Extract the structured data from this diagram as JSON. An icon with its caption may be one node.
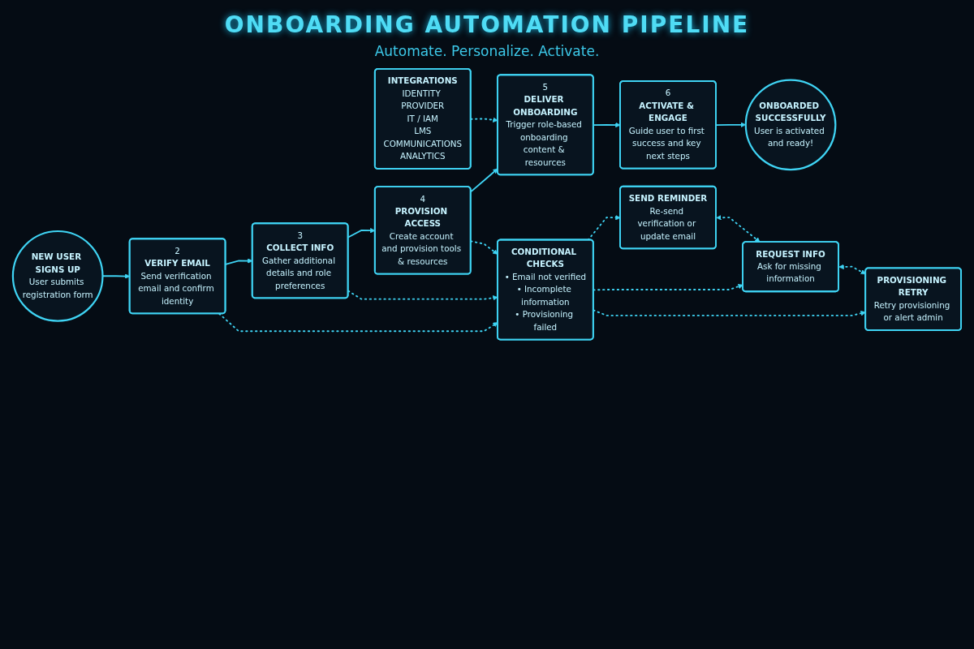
{
  "diagram": {
    "title": "ONBOARDING AUTOMATION PIPELINE",
    "nodes": [
      {
        "text": [
          "NEW USER SIGNS UP",
          "User submits registration form"
        ]
      },
      {
        "text": [
          "2",
          "VERIFY EMAIL",
          "Send verification email and confirm identity"
        ]
      },
      {
        "text": [
          "3",
          "COLLECT INFO",
          "Gather additional details and role preferences"
        ]
      },
      {
        "text": [
          "4",
          "PROVISION ACCESS",
          "Create account and provision tools & resources"
        ]
      },
      {
        "text": [
          "5",
          "DELIVER ONBOARDING",
          "Trigger role-based onboarding content & resources"
        ]
      },
      {
        "text": [
          "6",
          "ACTIVATE & ENGAGE",
          "Guide user to first success and key next steps"
        ]
      },
      {
        "text": [
          "ONBOARDED SUCCESSFULLY",
          "User is activated and ready!"
        ]
      },
      {
        "text": [
          "CONDITIONAL CHECKS",
          "• Email not verified",
          "• Incomplete information",
          "• Provisioning failed"
        ]
      },
      {
        "text": [
          "SEND REMINDER",
          "Re-send verification or update email"
        ]
      },
      {
        "text": [
          "REQUEST INFO",
          "Ask for missing information"
        ]
      },
      {
        "text": [
          "PROVISIONING RETRY",
          "Retry provisioning or alert admin"
        ]
      },
      {
        "text": [
          "INTEGRATIONS",
          "IDENTITY PROVIDER",
          "IT / IAM",
          "LMS",
          "COMMUNICATIONS",
          "ANALYTICS"
        ]
      }
    ],
    "edges": [
      {
        "from": 0,
        "to": 1,
        "arrow": "to"
      },
      {
        "from": 1,
        "to": 2,
        "arrow": "to"
      },
      {
        "from": 2,
        "to": 3,
        "arrow": "to"
      },
      {
        "from": 3,
        "to": 4,
        "arrow": "to"
      },
      {
        "from": 4,
        "to": 5,
        "arrow": "to"
      },
      {
        "from": 5,
        "to": 6,
        "arrow": "to"
      },
      {
        "from": 1,
        "to": 7,
        "arrow": "to",
        "style": "dashed"
      },
      {
        "from": 2,
        "to": 7,
        "arrow": "to",
        "style": "dashed"
      },
      {
        "from": 3,
        "to": 7,
        "arrow": "to",
        "style": "dashed"
      },
      {
        "from": 7,
        "to": 8,
        "arrow": "to",
        "style": "dashed"
      },
      {
        "from": 7,
        "to": 9,
        "arrow": "to",
        "style": "dashed"
      },
      {
        "from": 7,
        "to": 10,
        "arrow": "to",
        "style": "dashed"
      },
      {
        "from": 8,
        "to": 9,
        "arrow": "both",
        "style": "dashed"
      },
      {
        "from": 9,
        "to": 10,
        "arrow": "both",
        "style": "dashed"
      },
      {
        "from": 11,
        "to": 4,
        "arrow": "to",
        "style": "dashed"
      }
    ],
    "labels": [
      "Automate. Personalize. Activate."
    ]
  }
}
